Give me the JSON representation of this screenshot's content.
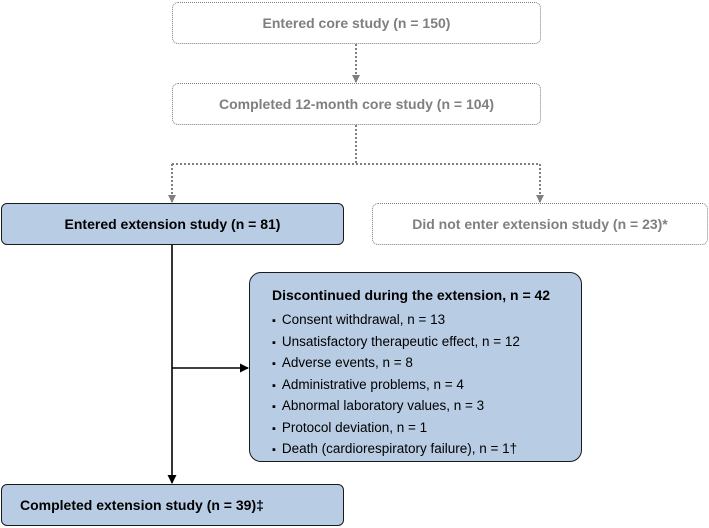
{
  "flowchart": {
    "entered_core": "Entered core study (n = 150)",
    "completed_core": "Completed 12-month core study (n = 104)",
    "entered_extension": "Entered extension study (n = 81)",
    "did_not_enter": "Did not enter extension study (n = 23)*",
    "discontinued": {
      "title": "Discontinued during the extension, n = 42",
      "reasons": [
        "Consent withdrawal, n = 13",
        "Unsatisfactory therapeutic effect, n = 12",
        "Adverse events, n = 8",
        "Administrative problems, n = 4",
        "Abnormal laboratory values, n = 3",
        "Protocol deviation, n = 1",
        "Death (cardiorespiratory failure), n = 1†"
      ]
    },
    "completed_extension": "Completed extension study (n = 39)‡"
  },
  "colors": {
    "box_fill": "#b8cce4",
    "dotted_border": "#7f7f7f",
    "solid_border": "#1a1a1a"
  }
}
